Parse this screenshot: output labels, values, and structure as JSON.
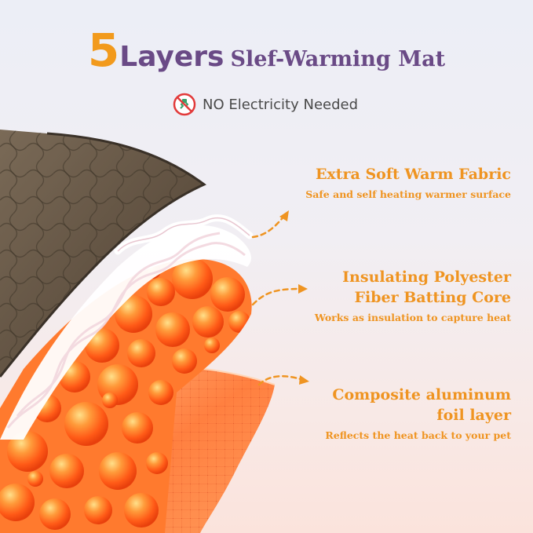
{
  "title": {
    "number": "5",
    "word": "Layers",
    "rest": "Slef-Warming Mat"
  },
  "subtitle": {
    "text": "NO Electricity Needed",
    "icon": "no-electricity-icon"
  },
  "layers": [
    {
      "heading_lines": [
        "Extra Soft Warm Fabric"
      ],
      "description": "Safe and self heating warmer surface"
    },
    {
      "heading_lines": [
        "Insulating Polyester",
        "Fiber Batting Core"
      ],
      "description": "Works as insulation to capture heat"
    },
    {
      "heading_lines": [
        "Composite aluminum",
        "foil layer"
      ],
      "description": "Reflects the heat back to your pet"
    }
  ],
  "colors": {
    "accent_orange": "#ef9421",
    "title_purple": "#6a4a86",
    "fabric_brown": "#6f5e4a",
    "fiber_white": "#ffffff",
    "ball_orange": "#ff6a1f",
    "foil_orange": "#ff8a3c"
  }
}
